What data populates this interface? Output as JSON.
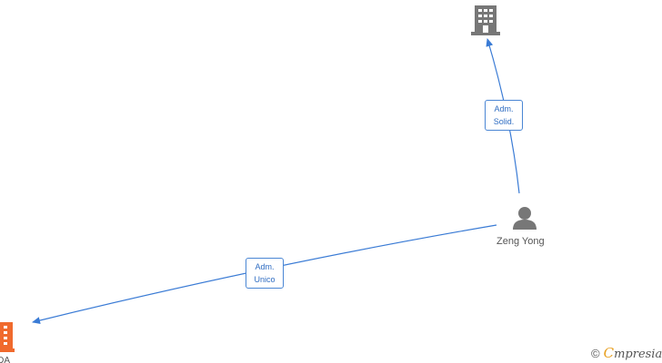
{
  "nodes": {
    "person": {
      "name": "Zeng Yong",
      "icon": "person-icon"
    },
    "company_top": {
      "name": "",
      "icon": "building-icon",
      "color": "#777777"
    },
    "company_bottom": {
      "name": "...IDA",
      "icon": "building-icon",
      "color": "#f06a2d"
    }
  },
  "edges": [
    {
      "from": "Zeng Yong",
      "to": "company_top",
      "label_line1": "Adm.",
      "label_line2": "Solid."
    },
    {
      "from": "Zeng Yong",
      "to": "company_bottom",
      "label_line1": "Adm.",
      "label_line2": "Unico"
    }
  ],
  "colors": {
    "edge": "#3a7bd5",
    "label_text": "#2f6dc2"
  },
  "footer": {
    "copyright_symbol": "©",
    "brand_first": "C",
    "brand_rest": "mpresia"
  }
}
